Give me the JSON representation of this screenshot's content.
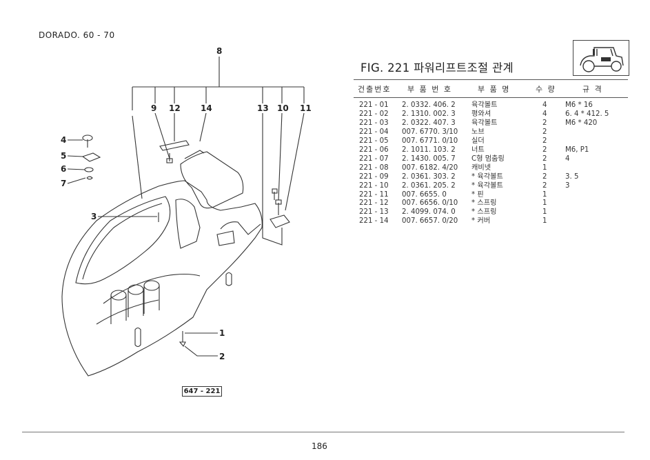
{
  "header": {
    "model": "DORADO. 60 - 70"
  },
  "figure": {
    "title": "FIG. 221 파워리프트조절 관계",
    "diagram_code": "647 - 221"
  },
  "table": {
    "headers": {
      "no": "건출번호",
      "part": "부 품 번 호",
      "name": "부 품 명",
      "qty": "수 량",
      "spec": "규   격"
    },
    "rows": [
      {
        "no": "221 - 01",
        "part": "2. 0332. 406. 2",
        "name": "육각볼트",
        "qty": "4",
        "spec": "M6 * 16"
      },
      {
        "no": "221 - 02",
        "part": "2. 1310. 002. 3",
        "name": "평와셔",
        "qty": "4",
        "spec": "6. 4 * 412. 5"
      },
      {
        "no": "221 - 03",
        "part": "2. 0322. 407. 3",
        "name": "육각볼트",
        "qty": "2",
        "spec": "M6 * 420"
      },
      {
        "no": "221 - 04",
        "part": "007. 6770. 3/10",
        "name": "노브",
        "qty": "2",
        "spec": ""
      },
      {
        "no": "221 - 05",
        "part": "007. 6771. 0/10",
        "name": "실더",
        "qty": "2",
        "spec": ""
      },
      {
        "no": "221 - 06",
        "part": "2. 1011. 103. 2",
        "name": "너트",
        "qty": "2",
        "spec": "M6,  P1"
      },
      {
        "no": "221 - 07",
        "part": "2. 1430. 005. 7",
        "name": "C형 멈춤링",
        "qty": "2",
        "spec": "4"
      },
      {
        "no": "221 - 08",
        "part": "007. 6182. 4/20",
        "name": "캐비넷",
        "qty": "1",
        "spec": ""
      },
      {
        "no": "221 - 09",
        "part": "2. 0361. 303. 2",
        "name": "* 육각볼트",
        "qty": "2",
        "spec": "3. 5"
      },
      {
        "no": "221 - 10",
        "part": "2. 0361. 205. 2",
        "name": "* 육각볼트",
        "qty": "2",
        "spec": "3"
      },
      {
        "no": "221 - 11",
        "part": "007. 6655. 0",
        "name": "* 핀",
        "qty": "1",
        "spec": ""
      },
      {
        "no": "221 - 12",
        "part": "007. 6656. 0/10",
        "name": "* 스프링",
        "qty": "1",
        "spec": ""
      },
      {
        "no": "221 - 13",
        "part": "2. 4099. 074. 0",
        "name": "* 스프링",
        "qty": "1",
        "spec": ""
      },
      {
        "no": "221 - 14",
        "part": "007. 6657. 0/20",
        "name": "* 커버",
        "qty": "1",
        "spec": ""
      }
    ]
  },
  "callouts": [
    "1",
    "2",
    "3",
    "4",
    "5",
    "6",
    "7",
    "8",
    "9",
    "12",
    "14",
    "13",
    "10",
    "11"
  ],
  "footer": {
    "page_number": "186"
  }
}
